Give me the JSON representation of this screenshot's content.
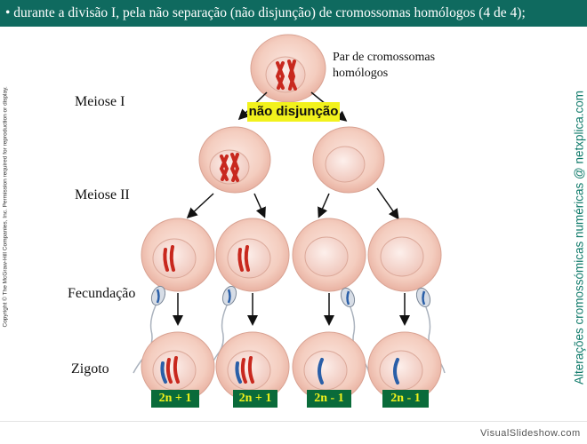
{
  "header": {
    "text": "• durante a divisão I, pela não separação (não disjunção) de cromossomas homólogos (4 de 4);"
  },
  "labels": {
    "meiose1": "Meiose I",
    "meiose2": "Meiose II",
    "fecundacao": "Fecundação",
    "zigoto": "Zigoto",
    "par_line1": "Par de cromossomas",
    "par_line2": "homólogos",
    "nao_disjuncao": "não disjunção"
  },
  "copyright": "Copyright © The McGraw-Hill Companies, Inc. Permission required for reproduction or display.",
  "side_caption": "Alterações cromossómicas numéricas @ netxplica.com",
  "results": [
    "2n + 1",
    "2n + 1",
    "2n - 1",
    "2n - 1"
  ],
  "footer": "VisualSlideshow.com",
  "colors": {
    "header_bg": "#0f6a5f",
    "badge_bg": "#0a6b3a",
    "badge_text": "#f2f21c",
    "highlight": "#f2f21c",
    "cell_outer": "#f3c9bd",
    "cell_inner": "#f7dad2",
    "chromosome_red": "#c8281e",
    "chromosome_blue": "#2a5fa8"
  }
}
